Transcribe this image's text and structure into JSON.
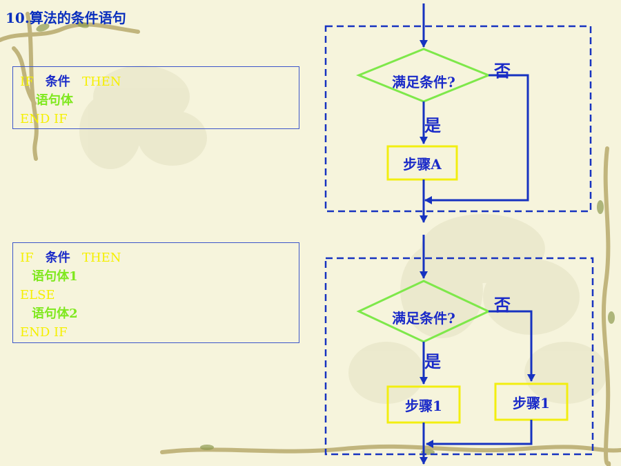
{
  "title": "10.算法的条件语句",
  "code_if": {
    "lines": [
      {
        "kw1": "IF",
        "cond": "条件",
        "kw2": "THEN"
      },
      {
        "stmt": "语句体"
      },
      {
        "kw1": "END IF"
      }
    ]
  },
  "code_if_else": {
    "lines": [
      {
        "kw1": "IF",
        "cond": "条件",
        "kw2": "THEN"
      },
      {
        "stmt": "语句体1"
      },
      {
        "kw1": "ELSE"
      },
      {
        "stmt": "语句体2"
      },
      {
        "kw1": "END IF"
      }
    ]
  },
  "flow_if": {
    "decision": "满足条件?",
    "no_label": "否",
    "yes_label": "是",
    "step": "步骤A"
  },
  "flow_if_else": {
    "decision": "满足条件?",
    "no_label": "否",
    "yes_label": "是",
    "step_left": "步骤1",
    "step_right": "步骤1"
  },
  "colors": {
    "keyword": "#f5f000",
    "condition": "#1a2ac8",
    "statement": "#7fe81e",
    "box_border": "#3b54c9",
    "arrow": "#1632c0",
    "diamond": "#7ee84a",
    "step_border": "#f2ee10"
  }
}
